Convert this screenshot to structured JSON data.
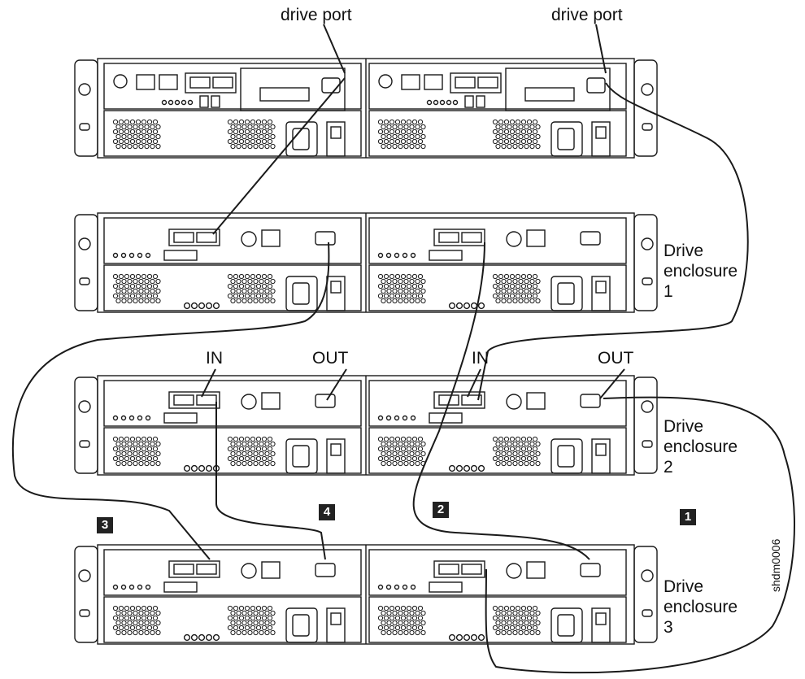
{
  "labels": {
    "drive_port_left": "drive port",
    "drive_port_right": "drive port",
    "in_left": "IN",
    "out_left": "OUT",
    "in_right": "IN",
    "out_right": "OUT"
  },
  "enclosures": [
    {
      "line1": "Drive",
      "line2": "enclosure",
      "line3": "1"
    },
    {
      "line1": "Drive",
      "line2": "enclosure",
      "line3": "2"
    },
    {
      "line1": "Drive",
      "line2": "enclosure",
      "line3": "3"
    }
  ],
  "callouts": [
    "1",
    "2",
    "3",
    "4"
  ],
  "figure_id": "shdm0006",
  "colors": {
    "line": "#1a1a1a",
    "panel_fill": "#ffffff",
    "badge": "#222222"
  }
}
